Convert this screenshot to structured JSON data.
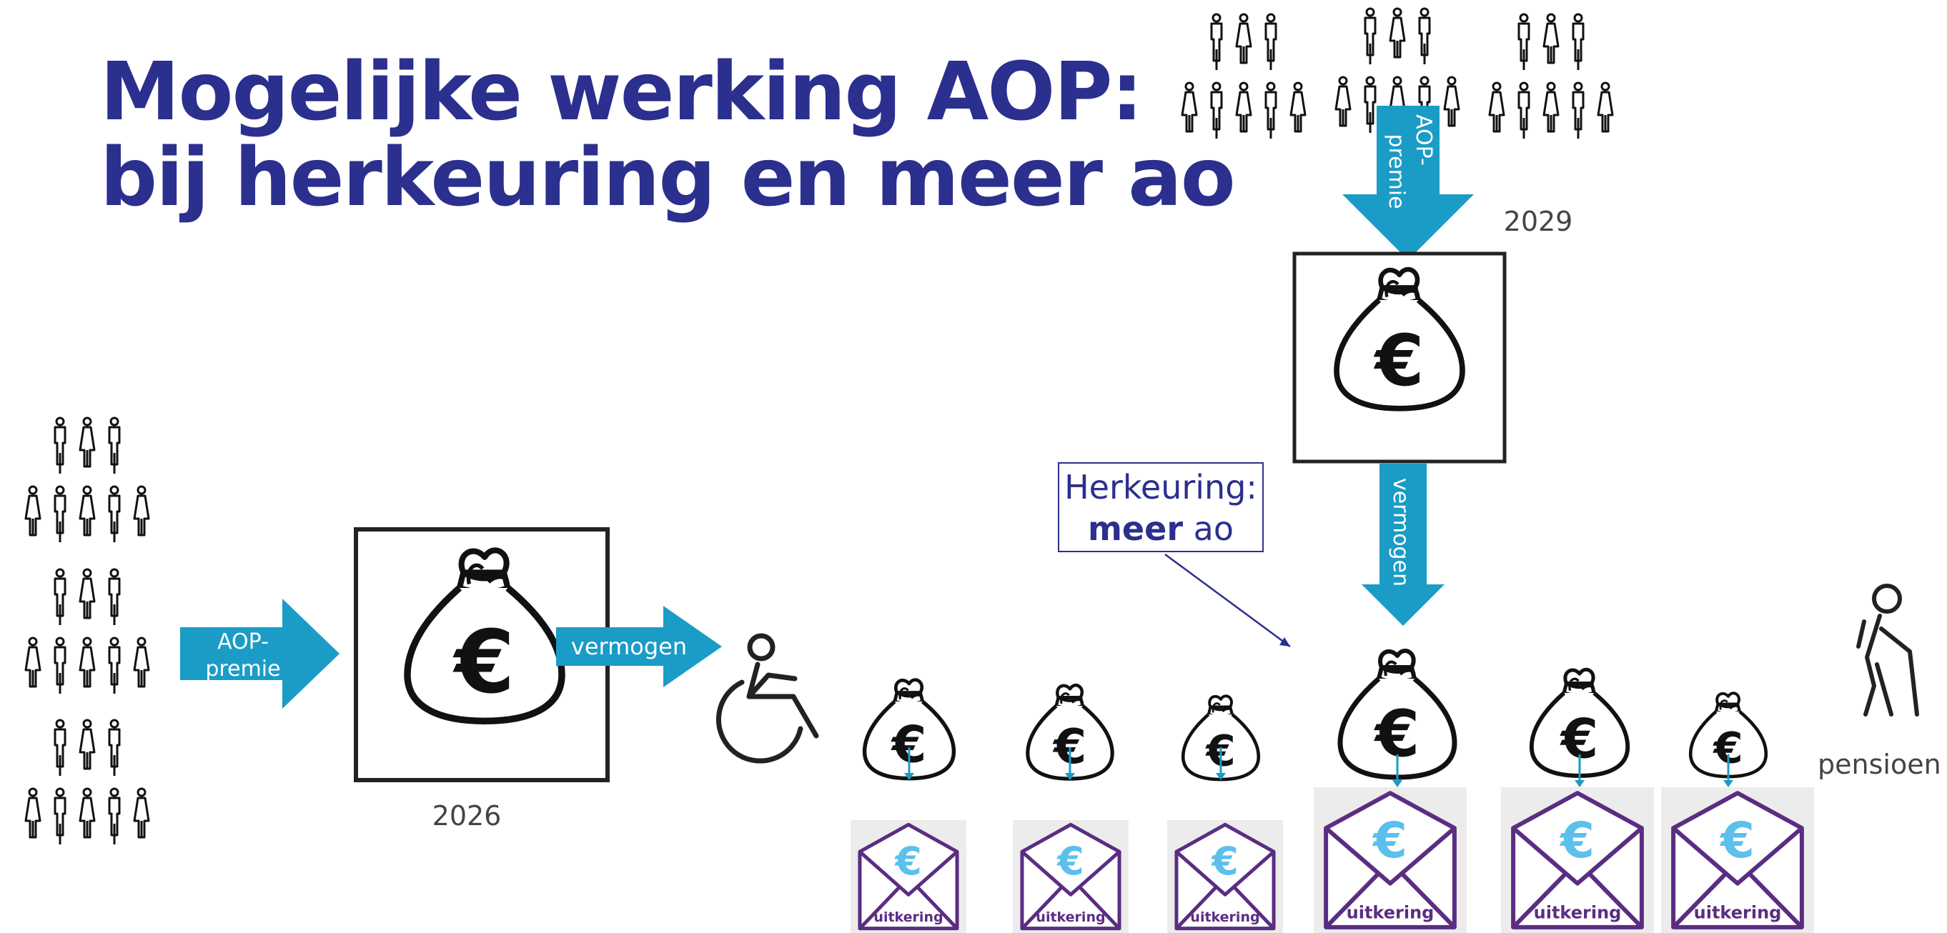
{
  "slide": {
    "title_line1": "Mogelijke werking AOP:",
    "title_line2": "bij herkeuring en meer ao"
  },
  "labels": {
    "premium_arrow": [
      "AOP-",
      "premie"
    ],
    "assets_arrow": "vermogen",
    "year_first": "2026",
    "year_second": "2029",
    "pension": "pensioen",
    "benefit": "uitkering",
    "euro_symbol": "€"
  },
  "callout": {
    "line1": "Herkeuring:",
    "line2_bold": "meer",
    "line2_rest": " ao"
  },
  "colors": {
    "title": "#2b2f8e",
    "arrow": "#1a9cc6",
    "envelope": "#5a2d82",
    "envelope_euro": "#5bc0eb",
    "envelope_bg": "#ececec"
  },
  "icons": {
    "people": "people-group-icon",
    "fund": "money-bag-euro-icon",
    "disabled": "wheelchair-icon",
    "benefit": "envelope-euro-icon",
    "pension": "elderly-person-icon"
  }
}
